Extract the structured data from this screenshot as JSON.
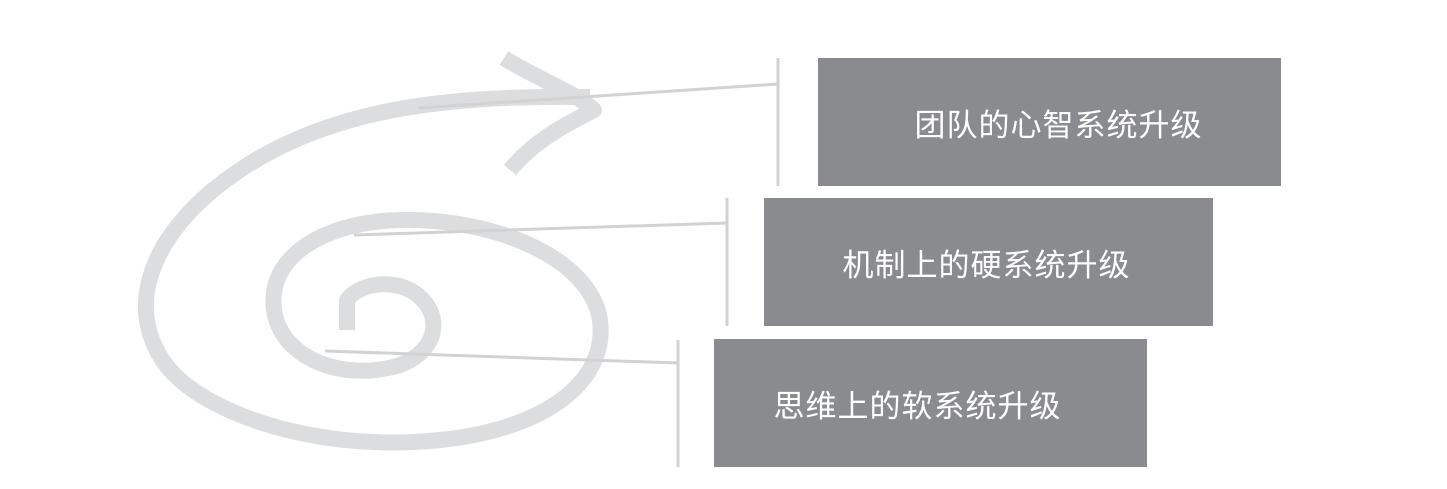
{
  "levels": [
    {
      "label": "团队的心智系统升级"
    },
    {
      "label": "机制上的硬系统升级"
    },
    {
      "label": "思维上的软系统升级"
    }
  ],
  "colors": {
    "box_fill": "#8a8b8e",
    "box_text": "#ffffff",
    "spiral_stroke": "#dcdddf",
    "connector_line": "#d2d2d3"
  }
}
